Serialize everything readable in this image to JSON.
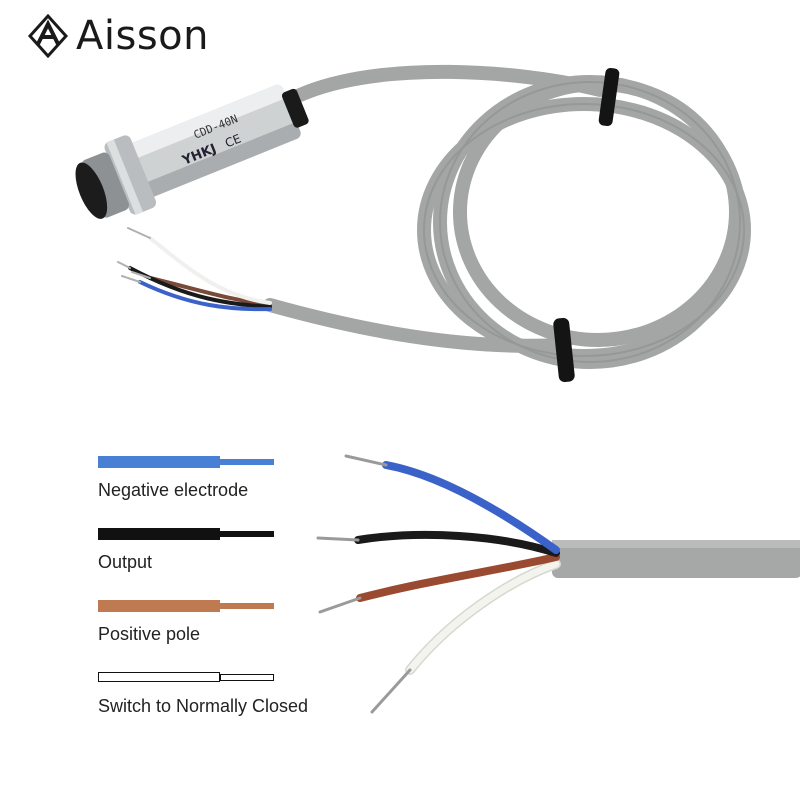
{
  "brand": {
    "name": "Aisson",
    "logo_icon": "ans-monogram-logo"
  },
  "product_photo": {
    "sensor_label": "CDD-40N",
    "brand_print": "YHKJ",
    "ce_mark": "CE"
  },
  "legend": [
    {
      "label": "Negative electrode",
      "color": "#4a7fd6",
      "inner": "#4a7fd6"
    },
    {
      "label": "Output",
      "color": "#111111",
      "inner": "#111111"
    },
    {
      "label": "Positive pole",
      "color": "#c07a52",
      "inner": "#c07a52"
    },
    {
      "label": "Switch to Normally Closed",
      "color": "#111111",
      "inner": "#ffffff"
    }
  ],
  "wire_colors": {
    "blue": "#3b62c9",
    "black": "#1a1a1a",
    "brown": "#9a4a30",
    "white": "#f4f4ef",
    "cable": "#a5a8a6"
  }
}
